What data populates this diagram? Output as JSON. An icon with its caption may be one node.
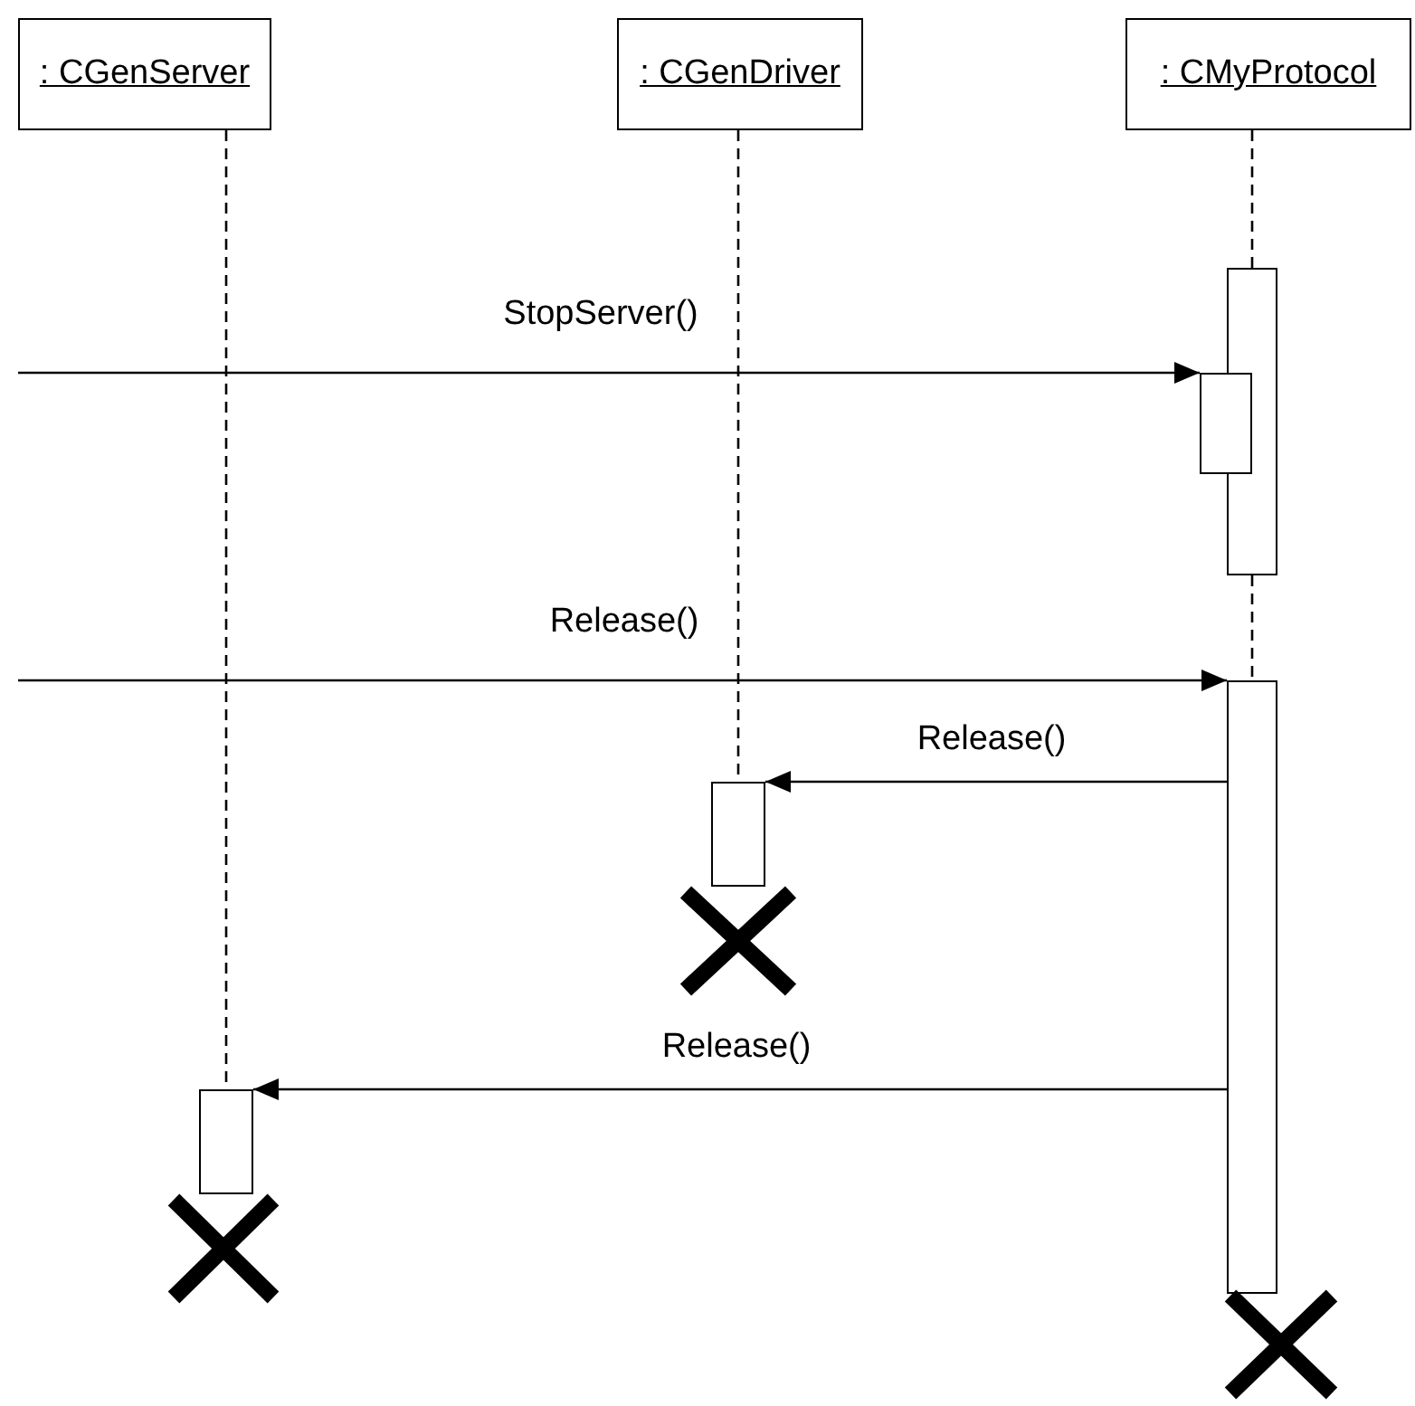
{
  "diagram": {
    "nodes": [
      {
        "text": [
          ": CGenServer"
        ]
      },
      {
        "text": [
          ": CGenDriver"
        ]
      },
      {
        "text": [
          ": CMyProtocol"
        ]
      },
      {
        "text": [],
        "shape": "bar"
      },
      {
        "text": [],
        "shape": "bar"
      },
      {
        "text": [],
        "shape": "bar"
      },
      {
        "text": [],
        "shape": "bar"
      },
      {
        "text": [],
        "shape": "bar"
      },
      {
        "text": [],
        "shape": "cross"
      },
      {
        "text": [],
        "shape": "cross"
      },
      {
        "text": [],
        "shape": "cross"
      }
    ],
    "edges": [
      {
        "from": 0,
        "to": 7,
        "arrow": "none",
        "style": "dashed"
      },
      {
        "from": 1,
        "to": 6,
        "arrow": "none",
        "style": "dashed"
      },
      {
        "from": 2,
        "to": 3,
        "arrow": "none",
        "style": "dashed"
      },
      {
        "from": 3,
        "to": 5,
        "arrow": "none",
        "style": "dashed"
      },
      {
        "from": null,
        "to": 4,
        "arrow": "to",
        "label": "StopServer()"
      },
      {
        "from": null,
        "to": 5,
        "arrow": "to",
        "label": "Release()"
      },
      {
        "from": 5,
        "to": 6,
        "arrow": "to",
        "label": "Release()"
      },
      {
        "from": 5,
        "to": 7,
        "arrow": "to",
        "label": "Release()"
      }
    ]
  }
}
